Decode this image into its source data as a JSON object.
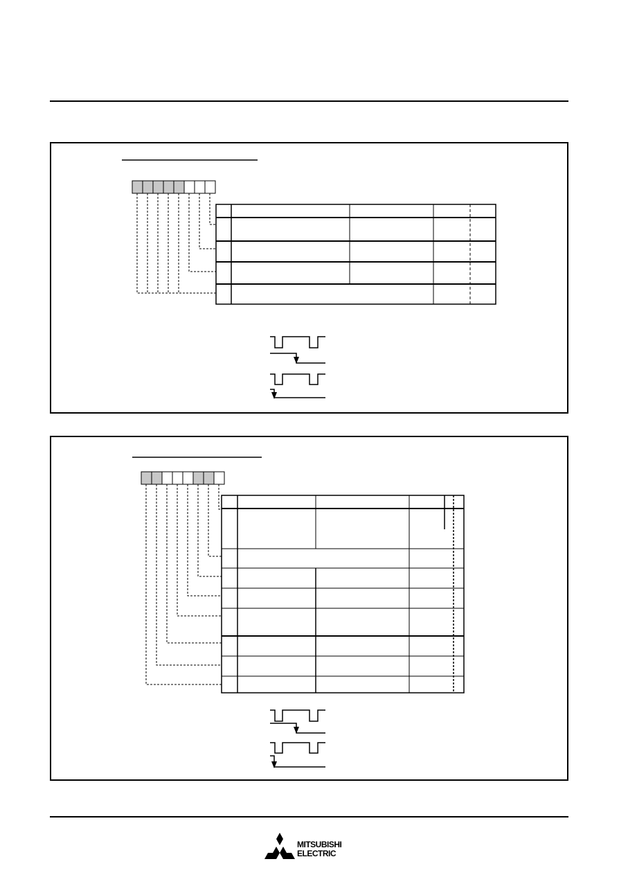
{
  "brand": {
    "name_line1": "MITSUBISHI",
    "name_line2": "ELECTRIC"
  },
  "panels": [
    {
      "id": "register-1",
      "bit_count": 8,
      "shaded_bits": [
        0,
        1,
        2,
        3,
        4
      ]
    },
    {
      "id": "register-2",
      "bit_count": 8,
      "shaded_bits": [
        0,
        1,
        5,
        6
      ]
    }
  ],
  "colors": {
    "ink": "#000000",
    "shade": "#c8c8c8",
    "paper": "#ffffff"
  }
}
